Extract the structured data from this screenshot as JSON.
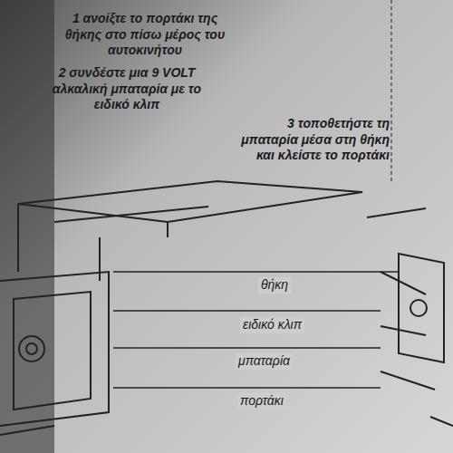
{
  "diagram": {
    "labels": [
      "1 ανοίξτε το πορτάκι της θήκης στο πίσω μέρος του αυτοκινήτου",
      "2 συνδέστε μια 9 VOLT αλκαλική μπαταρία με το ειδικό κλιπ",
      "3 τοποθετήστε τη μπαταρία μέσα στη θήκη και κλείστε το πορτάκι",
      "θήκη",
      "ειδικό κλιπ",
      "μπαταρία",
      "πορτάκι"
    ]
  }
}
